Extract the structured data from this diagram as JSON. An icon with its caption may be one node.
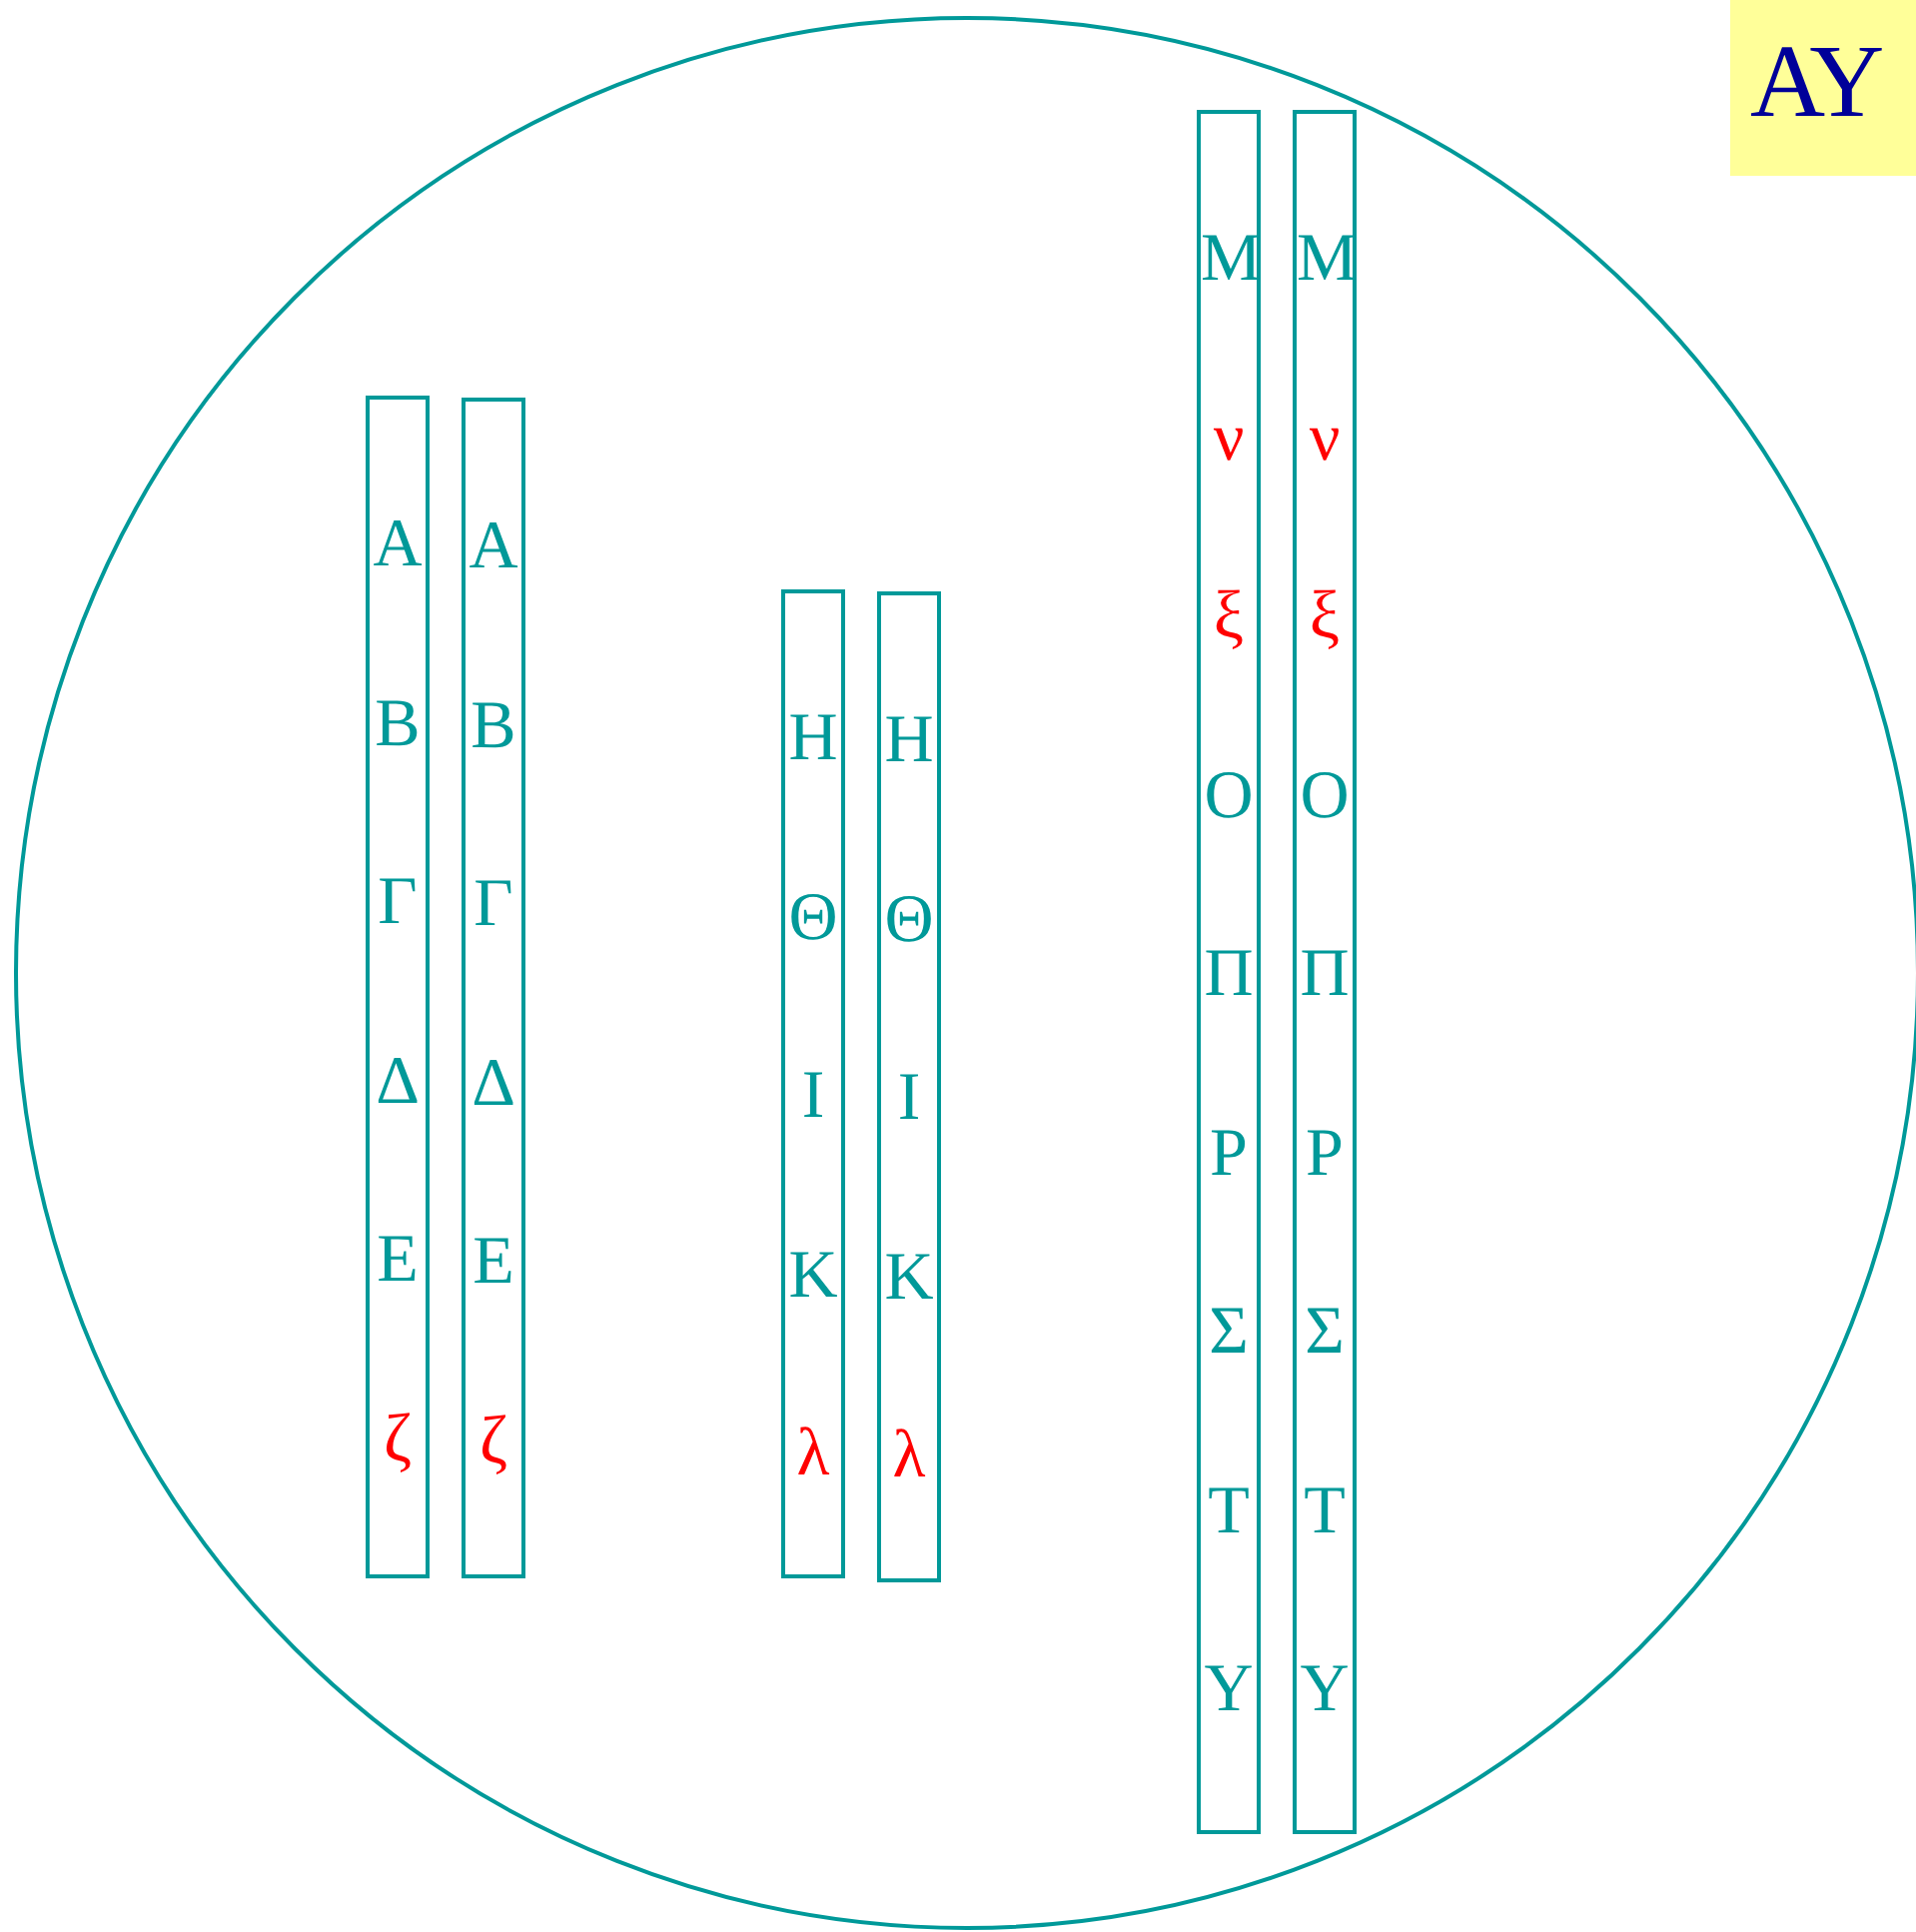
{
  "diagram": {
    "nodes": [
      {
        "text": [],
        "shape": "circle"
      },
      {
        "text": [
          "Α",
          "Β",
          "Γ",
          "Δ",
          "Ε",
          "ζ"
        ],
        "in": 0
      },
      {
        "text": [
          "Α",
          "Β",
          "Γ",
          "Δ",
          "Ε",
          "ζ"
        ],
        "in": 0
      },
      {
        "text": [
          "Η",
          "Θ",
          "Ι",
          "Κ",
          "λ"
        ],
        "in": 0
      },
      {
        "text": [
          "Η",
          "Θ",
          "Ι",
          "Κ",
          "λ"
        ],
        "in": 0
      },
      {
        "text": [
          "Μ",
          "ν",
          "ξ",
          "Ο",
          "Π",
          "Ρ",
          "Σ",
          "Τ",
          "Υ"
        ],
        "in": 0
      },
      {
        "text": [
          "Μ",
          "ν",
          "ξ",
          "Ο",
          "Π",
          "Ρ",
          "Σ",
          "Τ",
          "Υ"
        ],
        "in": 0
      },
      {
        "text": [
          "ΑΥ"
        ]
      }
    ]
  }
}
